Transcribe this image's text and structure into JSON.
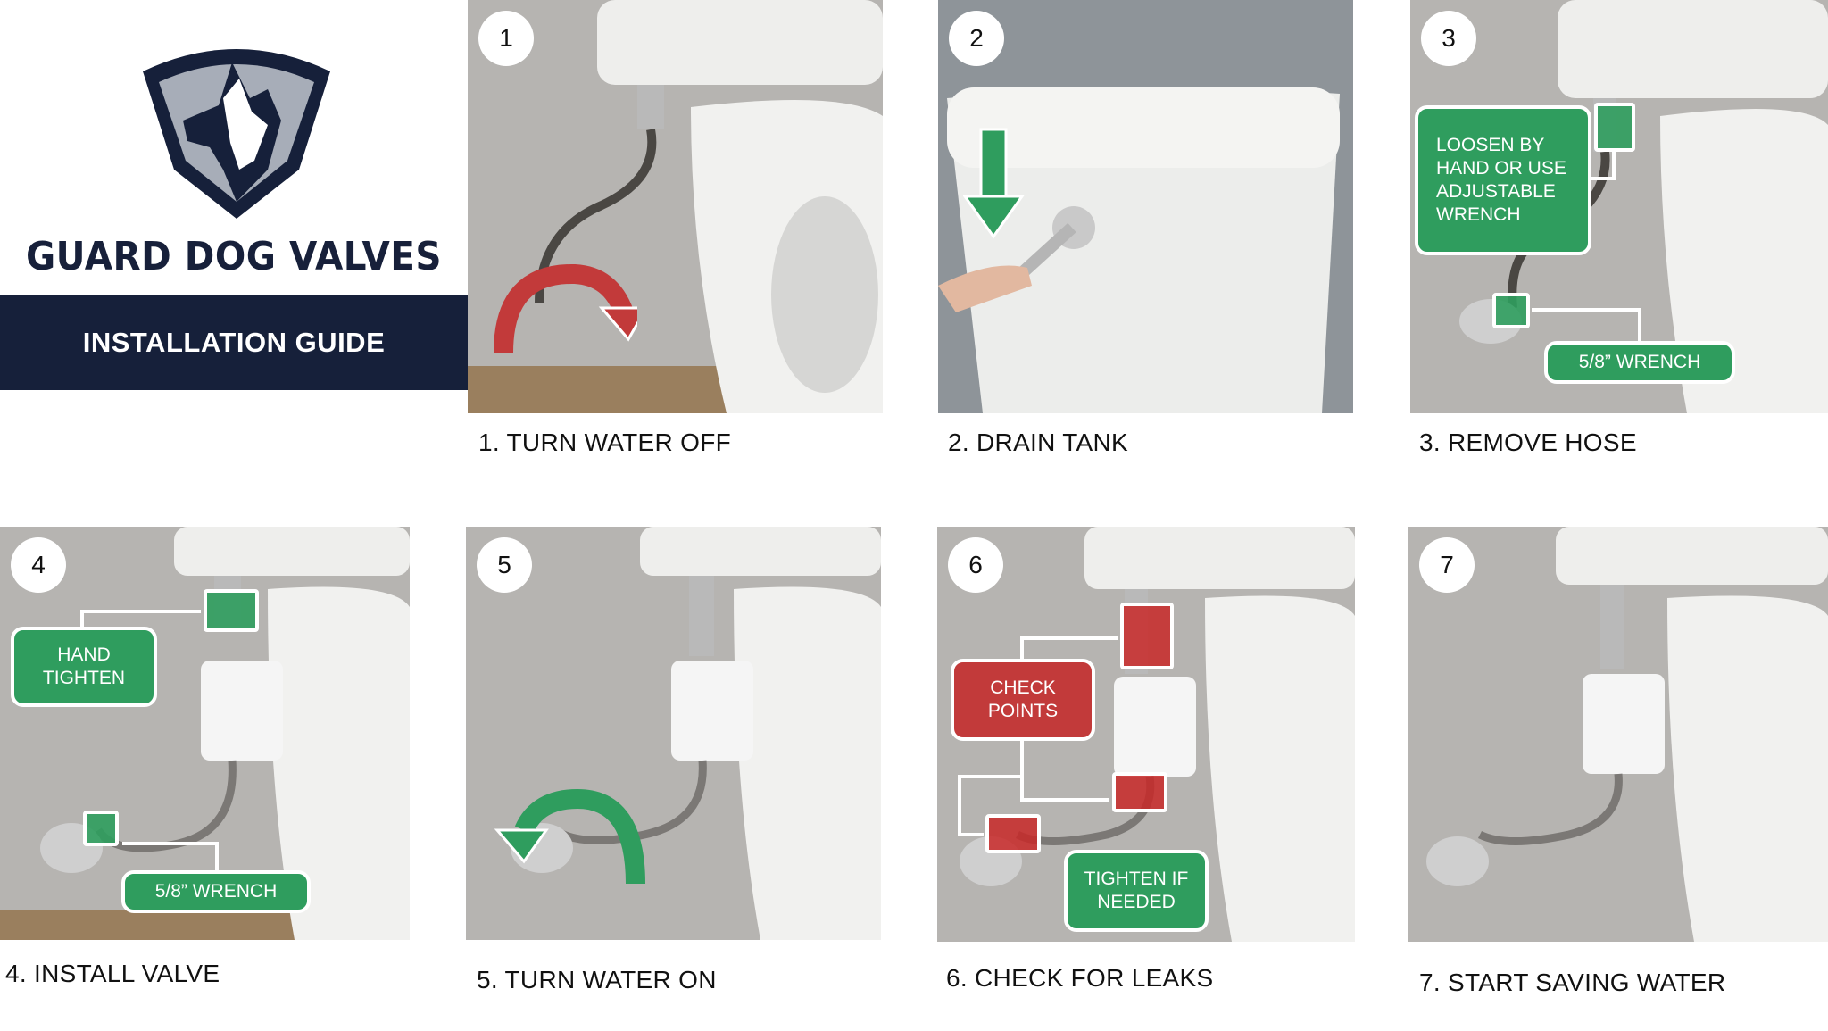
{
  "brand": {
    "name": "GUARD DOG VALVES",
    "guide_title": "INSTALLATION GUIDE",
    "logo_icon": "dog-shield-icon"
  },
  "colors": {
    "navy": "#16203a",
    "callout_green": "#2f9d5e",
    "callout_red": "#c23a3a",
    "wall": "#b6b4b1"
  },
  "steps": [
    {
      "number": "1",
      "caption": "1. TURN WATER OFF"
    },
    {
      "number": "2",
      "caption": "2. DRAIN TANK"
    },
    {
      "number": "3",
      "caption": "3. REMOVE HOSE"
    },
    {
      "number": "4",
      "caption": "4. INSTALL VALVE"
    },
    {
      "number": "5",
      "caption": "5. TURN WATER ON"
    },
    {
      "number": "6",
      "caption": "6. CHECK FOR LEAKS"
    },
    {
      "number": "7",
      "caption": "7. START SAVING WATER"
    }
  ],
  "callouts": {
    "loosen": "LOOSEN BY HAND OR USE ADJUSTABLE WRENCH",
    "wrench3": "5/8” WRENCH",
    "hand_tighten": "HAND TIGHTEN",
    "wrench4": "5/8” WRENCH",
    "check_points": "CHECK POINTS",
    "tighten_if_needed": "TIGHTEN IF NEEDED"
  }
}
